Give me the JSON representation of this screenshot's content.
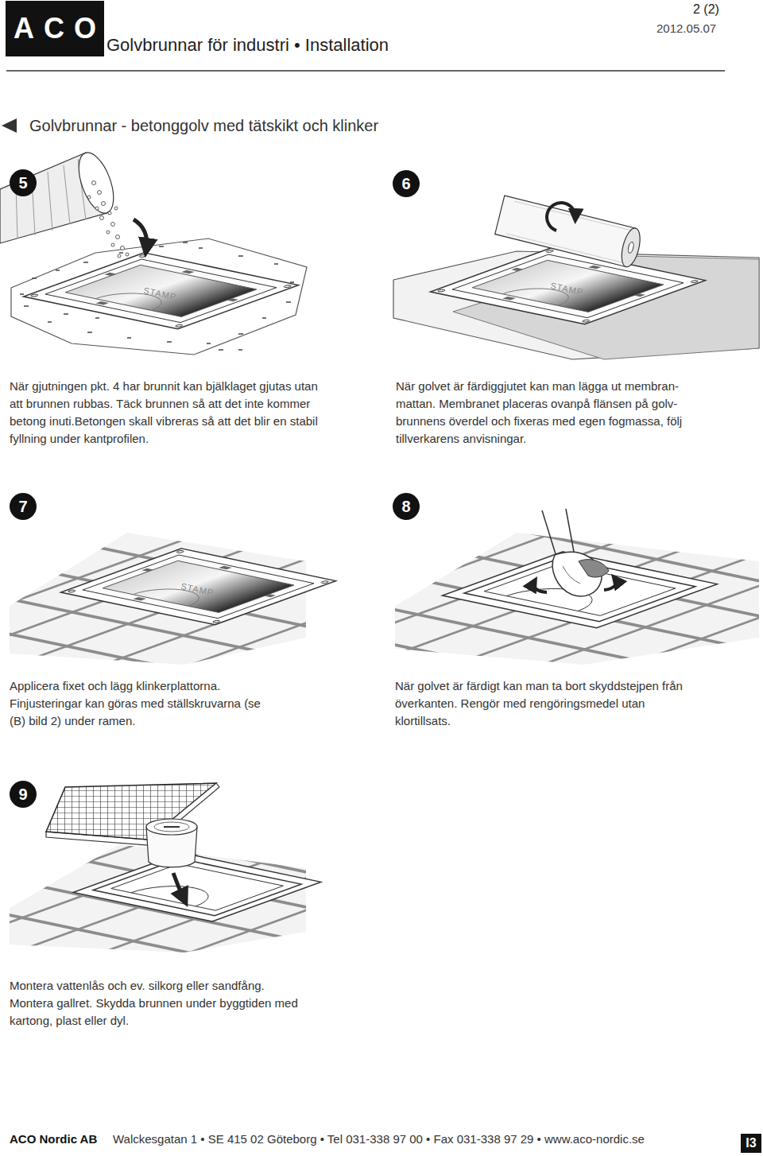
{
  "diagram": {
    "title": "Golvbrunnar för industri • Installation",
    "nodes": [
      {
        "text": [
          "ACO"
        ]
      },
      {
        "text": [
          "5"
        ]
      },
      {
        "text": [
          "6"
        ]
      },
      {
        "text": [
          "7"
        ]
      },
      {
        "text": [
          "8"
        ]
      },
      {
        "text": [
          "9"
        ]
      },
      {
        "text": [
          "I3"
        ]
      }
    ],
    "labels": [
      "2 (2)",
      "2012.05.07",
      "Golvbrunnar - betonggolv med tätskikt och klinker",
      "När gjutningen pkt. 4 har brunnit kan bjälklaget gjutas utan att brunnen rubbas. Täck brunnen så att det inte kommer betong inuti.Betongen skall vibreras så att det blir en stabil fyllning under kantprofilen.",
      "STAMP",
      "När golvet är färdiggjutet kan man lägga ut membran-mattan. Membranet placeras ovanpå flänsen på golv-brunnens överdel och fixeras med egen fogmassa, följ tillverkarens anvisningar.",
      "STAMP",
      "Applicera fixet och lägg klinkerplattorna. Finjusteringar kan göras med ställskruvarna (se (B) bild 2) under ramen.",
      "STAMP",
      "När golvet är färdigt kan man ta bort skyddstejpen från överkanten. Rengör med rengöringsmedel utan klortillsats.",
      "Montera vattenlås och ev. silkorg eller sandfång. Montera gallret. Skydda brunnen under byggtiden med kartong, plast eller dyl.",
      "ACO Nordic AB",
      "Walckesgatan 1 • SE 415 02 Göteborg • Tel 031-338 97 00 • Fax 031-338 97 29 • www.aco-nordic.se"
    ]
  }
}
